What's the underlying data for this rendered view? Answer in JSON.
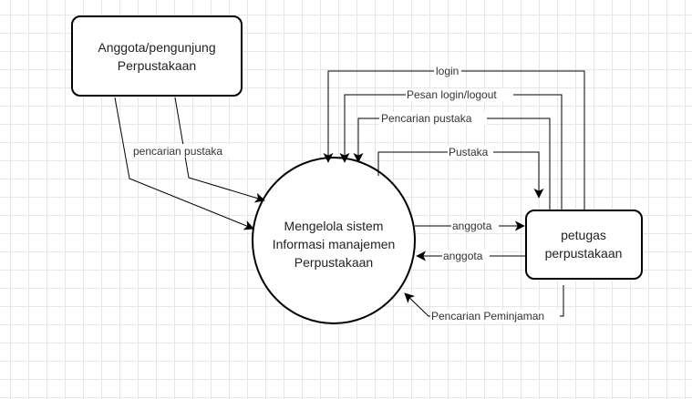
{
  "nodes": {
    "member": {
      "line1": "Anggota/pengunjung",
      "line2": "Perpustakaan"
    },
    "process": {
      "line1": "Mengelola sistem",
      "line2": "Informasi manajemen",
      "line3": "Perpustakaan"
    },
    "librarian": {
      "line1": "petugas",
      "line2": "perpustakaan"
    }
  },
  "flows": {
    "pencarian_pustaka_member": "pencarian pustaka",
    "login": "login",
    "pesan_login_logout": "Pesan login/logout",
    "pencarian_pustaka": "Pencarian pustaka",
    "pustaka": "Pustaka",
    "anggota_to_librarian": "anggota",
    "anggota_to_process": "anggota",
    "pencarian_peminjaman": "Pencarian Peminjaman"
  }
}
